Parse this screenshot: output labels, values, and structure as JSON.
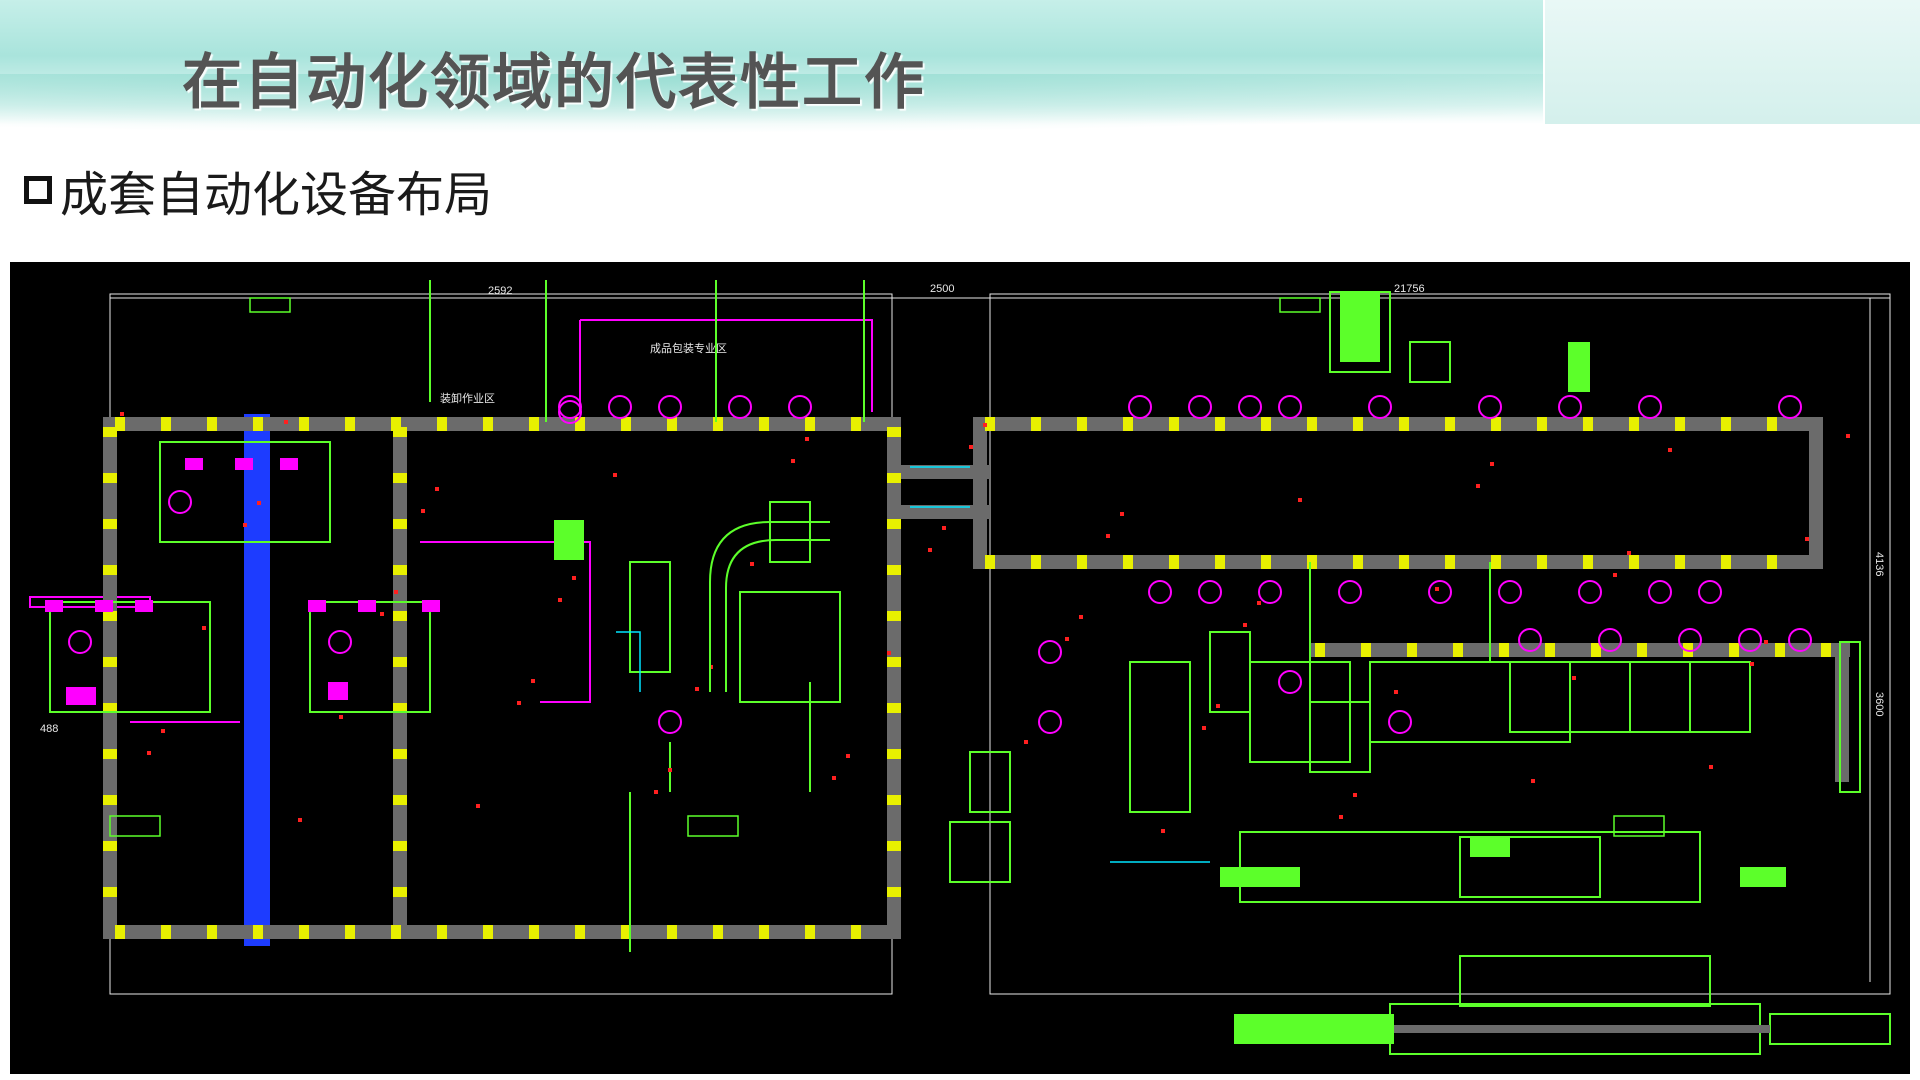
{
  "slide": {
    "title": "在自动化领域的代表性工作",
    "bullet_icon": "hollow-square-bullet-icon",
    "subtitle": "成套自动化设备布局"
  },
  "drawing": {
    "dimensions": [
      "2592",
      "2500",
      "21756",
      "4136",
      "3600",
      "488"
    ],
    "zone_labels": [
      "成品包装专业区",
      "装卸作业区"
    ],
    "colors": {
      "background": "#000000",
      "conveyor": "#6b6b6b",
      "equipment": "#5cff2a",
      "yellow": "#e8f000",
      "magenta": "#ff00ff",
      "blue": "#1d3cff",
      "red": "#ff2020",
      "cyan": "#00e5ff",
      "white": "#e8e8e8"
    }
  }
}
